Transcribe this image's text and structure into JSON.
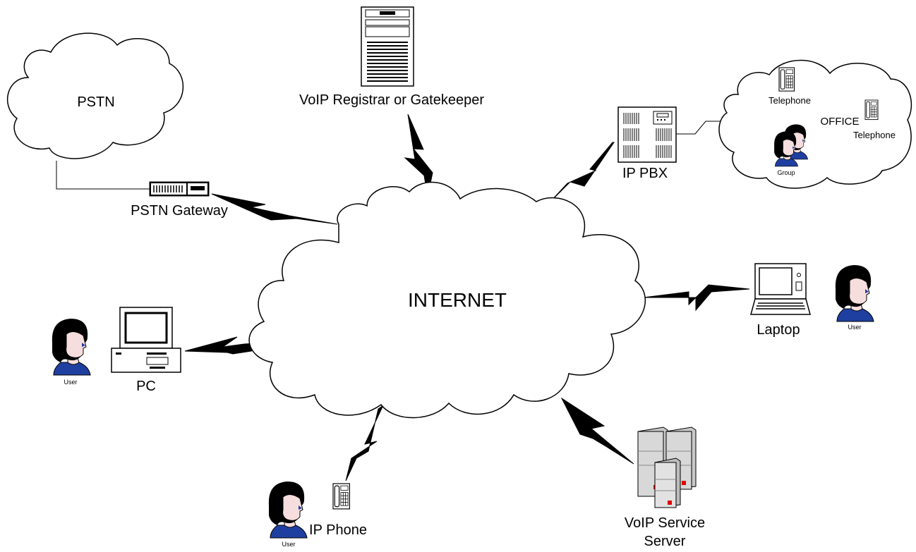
{
  "labels": {
    "internet": "INTERNET",
    "pstn": "PSTN",
    "pstn_gateway": "PSTN Gateway",
    "registrar": "VoIP Registrar or Gatekeeper",
    "ip_pbx": "IP PBX",
    "office": "OFFICE",
    "office_telephone_1": "Telephone",
    "office_telephone_2": "Telephone",
    "office_group": "Group",
    "laptop": "Laptop",
    "laptop_user": "User",
    "pc": "PC",
    "pc_user": "User",
    "ip_phone": "IP Phone",
    "ip_phone_user": "User",
    "service_server_line1": "VoIP Service",
    "service_server_line2": "Server"
  },
  "colors": {
    "line": "#000000",
    "cloud_fill": "#ffffff",
    "skin": "#f7dede",
    "hair": "#000000",
    "collar": "#1f3fa0",
    "server_gray": "#c8c8c8",
    "server_red": "#e00000"
  },
  "icons": [
    "cloud-icon",
    "server-tower-icon",
    "ip-pbx-icon",
    "gateway-icon",
    "desktop-pc-icon",
    "laptop-icon",
    "ip-phone-icon",
    "user-icon",
    "server-cluster-icon",
    "lightning-link-icon"
  ]
}
